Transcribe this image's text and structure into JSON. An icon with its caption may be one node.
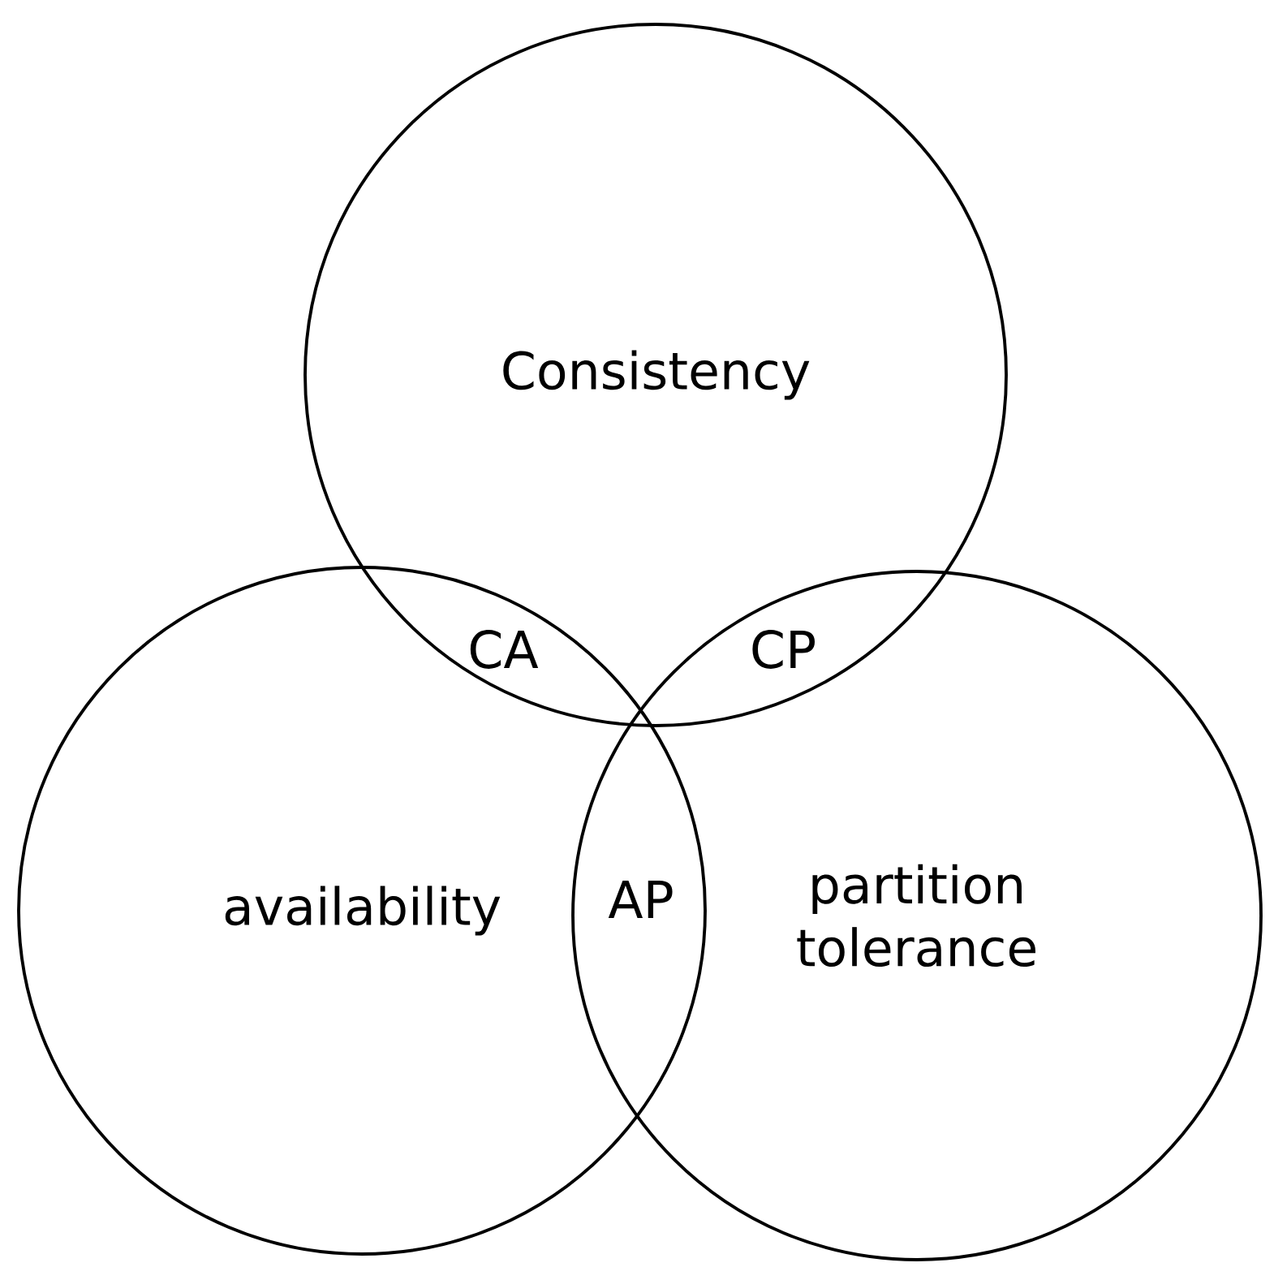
{
  "diagram": {
    "nodes": [
      {
        "text": [
          "Consistency"
        ]
      },
      {
        "text": [
          "availability"
        ]
      },
      {
        "text": [
          "partition tolerance"
        ]
      }
    ],
    "labels": [
      "CA",
      "CP",
      "AP"
    ]
  }
}
